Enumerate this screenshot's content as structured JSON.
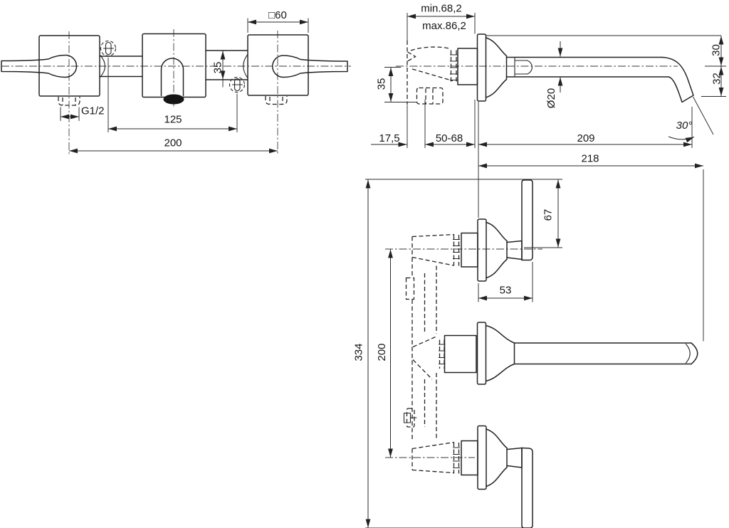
{
  "drawing": {
    "background": "#ffffff",
    "line_color": "#232323",
    "views": {
      "front": {
        "title": "front view",
        "dims": {
          "escutcheon_square": "□60",
          "body_height": "35",
          "thread_size": "G1/2",
          "port_spacing": "125",
          "handle_spacing": "200"
        }
      },
      "side": {
        "title": "side section view",
        "dims": {
          "depth_min": "min.68,2",
          "depth_max": "max.86,2",
          "inlet_drop": "35",
          "wall_min": "17,5",
          "wall_range": "50-68",
          "spout_reach": "209",
          "overall_reach": "218",
          "top_to_axis": "30",
          "axis_to_outlet": "32",
          "spout_diameter": "Ø20",
          "outlet_angle": "30°"
        }
      },
      "vertical": {
        "title": "vertical arrangement view",
        "dims": {
          "lever_height": "67",
          "escutcheon_depth": "53",
          "overall_height": "334",
          "handle_spacing": "200"
        }
      }
    }
  }
}
